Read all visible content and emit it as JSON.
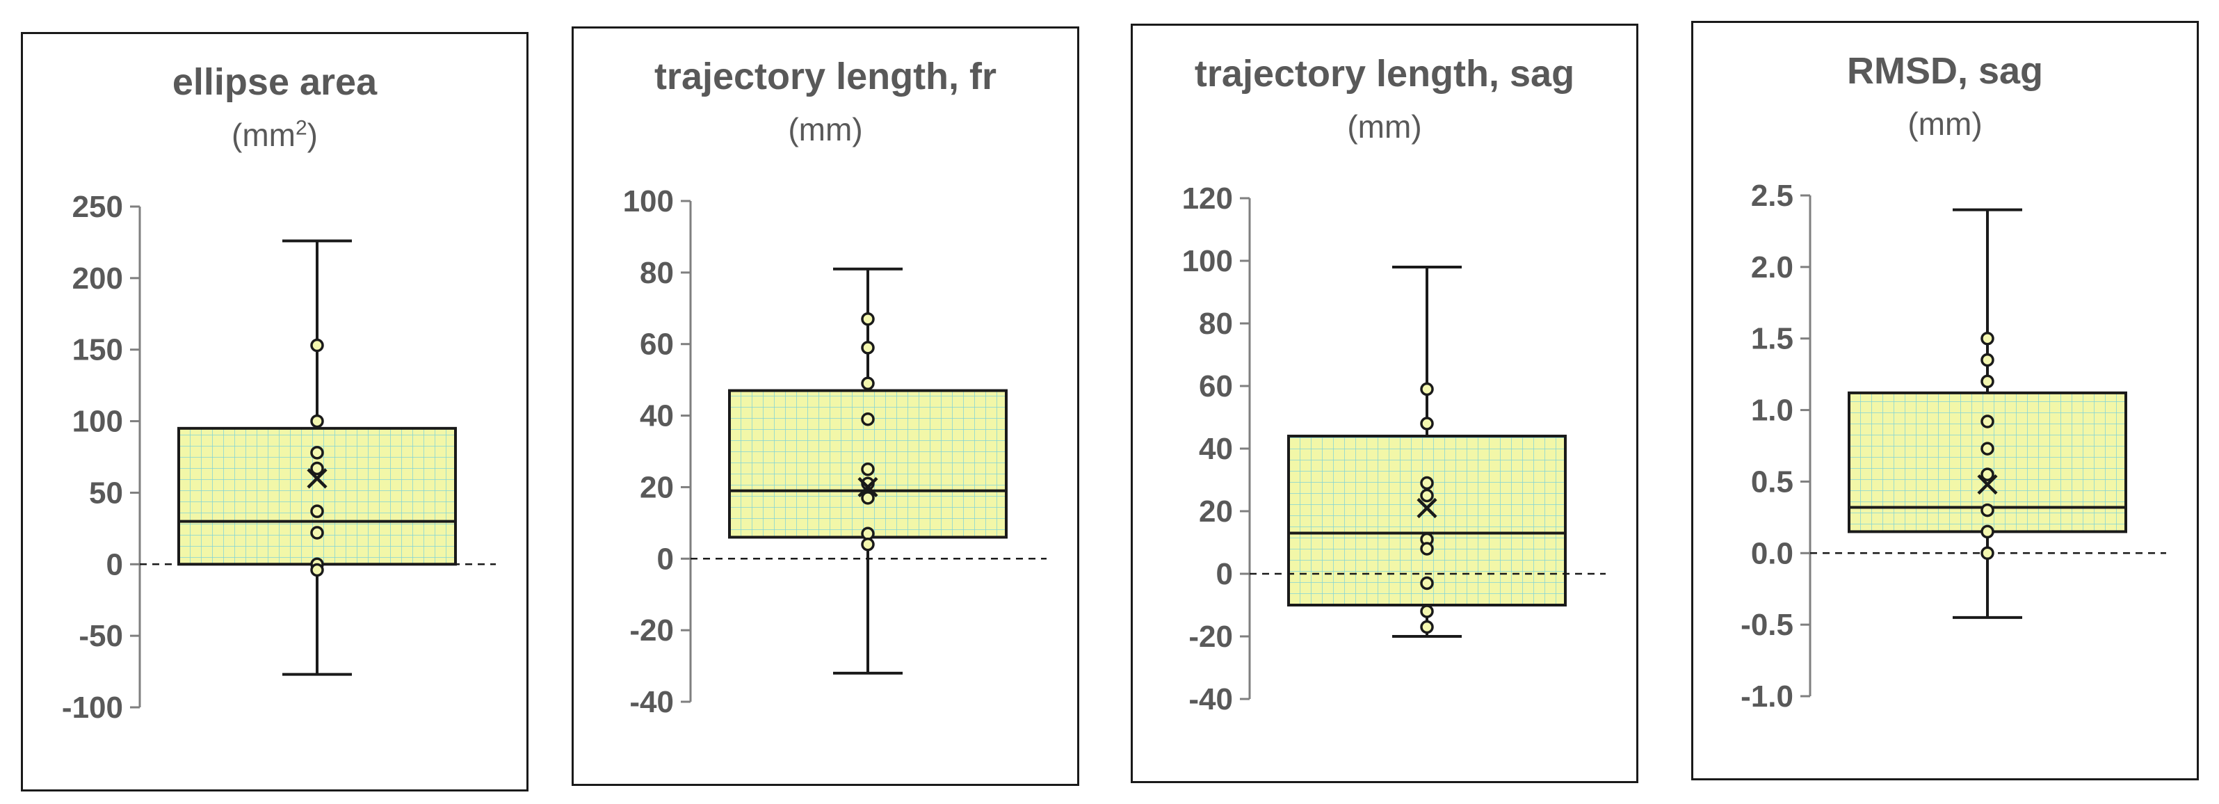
{
  "chart_data": [
    {
      "type": "box",
      "title": "ellipse area",
      "unit_open": "(mm",
      "unit_sup": "2",
      "unit_close": ")",
      "ylim": [
        -100,
        250
      ],
      "yticks": [
        250,
        200,
        150,
        100,
        50,
        0,
        -50,
        -100
      ],
      "tick_labels": [
        "250",
        "200",
        "150",
        "100",
        "50",
        "0",
        "-50",
        "-100"
      ],
      "whisker_low": -77,
      "q1": 0,
      "median": 30,
      "q3": 95,
      "whisker_high": 226,
      "mean": 60,
      "points": [
        153,
        100,
        78,
        67,
        37,
        22,
        0,
        -4
      ],
      "reference_line": 0
    },
    {
      "type": "box",
      "title": "trajectory length, fr",
      "unit_open": "(mm)",
      "unit_sup": "",
      "unit_close": "",
      "ylim": [
        -40,
        100
      ],
      "yticks": [
        100,
        80,
        60,
        40,
        20,
        0,
        -20,
        -40
      ],
      "tick_labels": [
        "100",
        "80",
        "60",
        "40",
        "20",
        "0",
        "-20",
        "-40"
      ],
      "whisker_low": -32,
      "q1": 6,
      "median": 19,
      "q3": 47,
      "whisker_high": 81,
      "mean": 20,
      "points": [
        67,
        59,
        49,
        39,
        25,
        21,
        17,
        7,
        4
      ],
      "reference_line": 0
    },
    {
      "type": "box",
      "title": "trajectory length, sag",
      "unit_open": "(mm)",
      "unit_sup": "",
      "unit_close": "",
      "ylim": [
        -40,
        120
      ],
      "yticks": [
        120,
        100,
        80,
        60,
        40,
        20,
        0,
        -20,
        -40
      ],
      "tick_labels": [
        "120",
        "100",
        "80",
        "60",
        "40",
        "20",
        "0",
        "-20",
        "-40"
      ],
      "whisker_low": -20,
      "q1": -10,
      "median": 13,
      "q3": 44,
      "whisker_high": 98,
      "mean": 21,
      "points": [
        59,
        48,
        29,
        25,
        11,
        8,
        -3,
        -12,
        -17
      ],
      "reference_line": 0
    },
    {
      "type": "box",
      "title": "RMSD, sag",
      "unit_open": "(mm)",
      "unit_sup": "",
      "unit_close": "",
      "ylim": [
        -1.0,
        2.5
      ],
      "yticks": [
        2.5,
        2.0,
        1.5,
        1.0,
        0.5,
        0.0,
        -0.5,
        -1.0
      ],
      "tick_labels": [
        "2.5",
        "2.0",
        "1.5",
        "1.0",
        "0.5",
        "0.0",
        "-0.5",
        "-1.0"
      ],
      "whisker_low": -0.45,
      "q1": 0.15,
      "median": 0.32,
      "q3": 1.12,
      "whisker_high": 2.4,
      "mean": 0.48,
      "points": [
        1.5,
        1.35,
        1.2,
        0.92,
        0.73,
        0.55,
        0.3,
        0.15,
        0.0
      ],
      "reference_line": 0.0
    }
  ],
  "colors": {
    "box_fill": "#f2f7a8",
    "grid": "#7fd3d8",
    "frame": "#1a1a1a",
    "text": "#595959",
    "point_fill": "#f4f7b0"
  }
}
